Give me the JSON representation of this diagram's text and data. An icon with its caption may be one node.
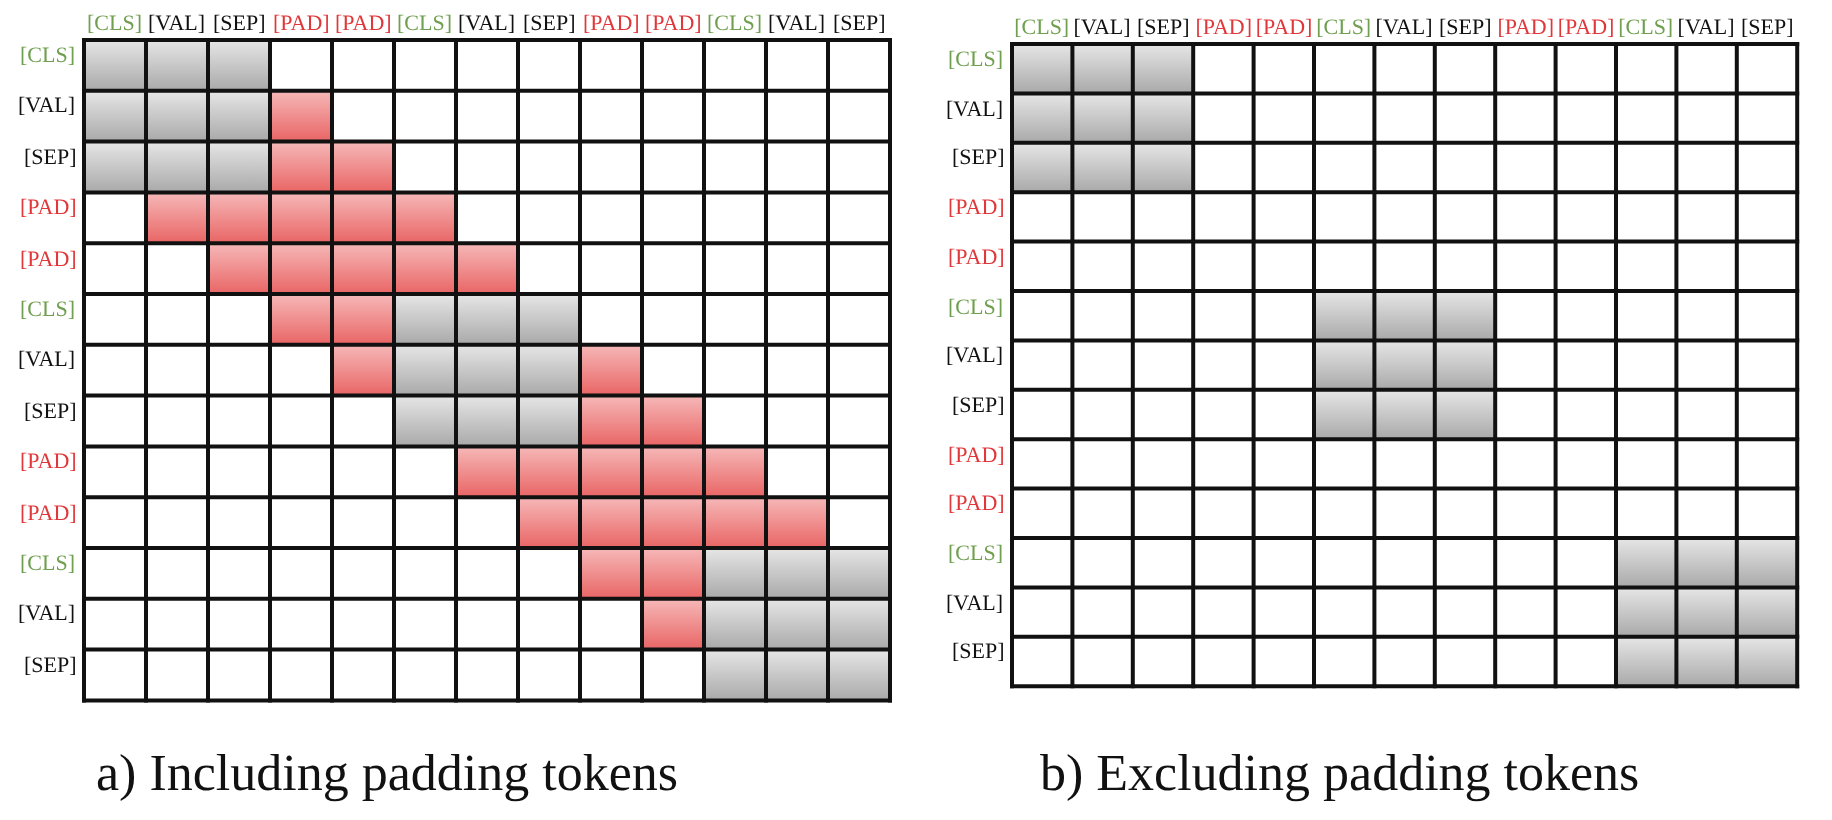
{
  "diagram": {
    "labels": [
      "[CLS]",
      "[VAL]",
      "[SEP]",
      "[PAD]",
      "[PAD]",
      "[CLS]",
      "[VAL]",
      "[SEP]",
      "[PAD]",
      "[PAD]",
      "[CLS]",
      "[VAL]",
      "[SEP]",
      "[CLS]",
      "[VAL]",
      "[SEP]",
      "[PAD]",
      "[PAD]",
      "[CLS]",
      "[VAL]",
      "[SEP]",
      "[PAD]",
      "[PAD]",
      "[CLS]",
      "[VAL]",
      "[SEP]",
      "[CLS]",
      "[VAL]",
      "[SEP]",
      "[PAD]",
      "[PAD]",
      "[CLS]",
      "[VAL]",
      "[SEP]",
      "[PAD]",
      "[PAD]",
      "[CLS]",
      "[VAL]",
      "[SEP]",
      "[CLS]",
      "[VAL]",
      "[SEP]",
      "[PAD]",
      "[PAD]",
      "[CLS]",
      "[VAL]",
      "[SEP]",
      "[PAD]",
      "[PAD]",
      "[CLS]",
      "[VAL]",
      "[SEP]",
      "a) Including padding tokens",
      "b) Excluding padding tokens"
    ]
  }
}
